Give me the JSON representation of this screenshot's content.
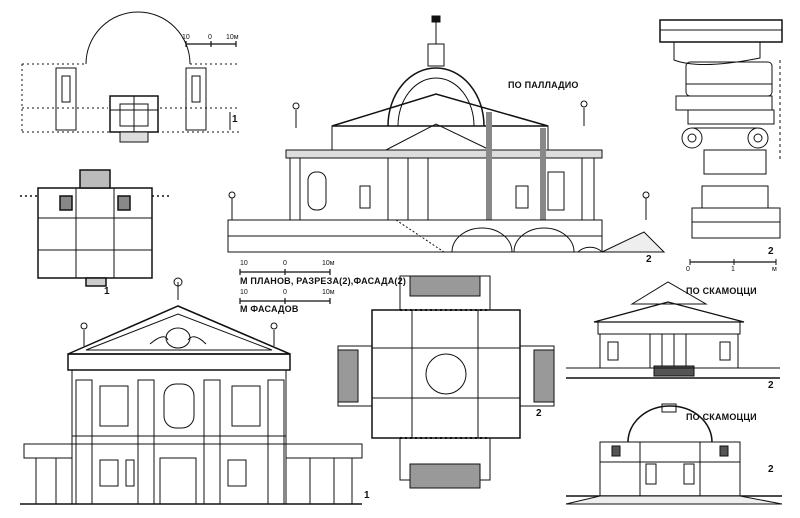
{
  "labels": {
    "po_palladio": "ПО ПАЛЛАДИО",
    "po_skamocci_top": "ПО СКАМОЦЦИ",
    "po_skamocci_bottom": "ПО СКАМОЦЦИ"
  },
  "scales": {
    "small_plan": {
      "ticks": [
        "10",
        "0",
        "10м"
      ]
    },
    "main": {
      "ticks": [
        "10",
        "0",
        "10м"
      ],
      "line1": "М ПЛАНОВ, РАЗРЕЗА(2),ФАСАДА(2)",
      "ticks2": [
        "10",
        "0",
        "10м"
      ],
      "line2": "М ФАСАДОВ"
    },
    "capital": {
      "ticks": [
        "0",
        "1",
        "м"
      ]
    }
  },
  "figure_numbers": {
    "site_plan": "1",
    "floor_plan_small": "1",
    "section_palladio": "2",
    "capital": "2",
    "plan_cross": "2",
    "facade_main": "1",
    "facade_skamocci": "2",
    "section_skamocci": "2"
  }
}
